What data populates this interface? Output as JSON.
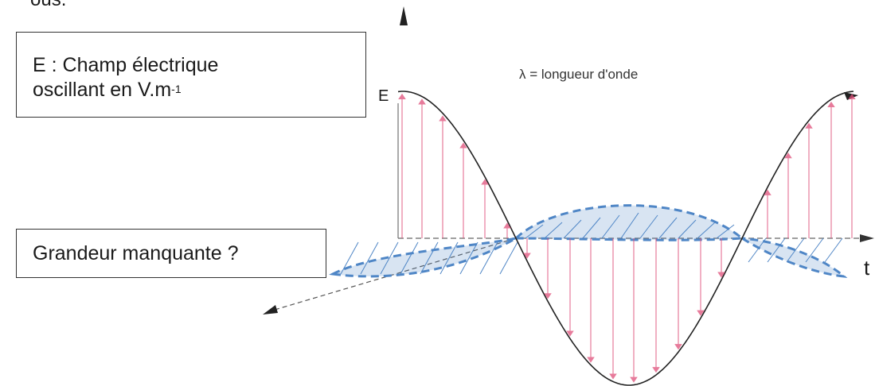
{
  "top_text": "ous.",
  "box_field": {
    "line1": "E : Champ électrique",
    "line2_main": "oscillant en V.m",
    "line2_sup": "-1"
  },
  "box_missing": {
    "text": "Grandeur manquante ?"
  },
  "wavelength_label": "λ = longueur d'onde",
  "e_axis_label": "E",
  "t_axis_label": "t",
  "colors": {
    "electric": "#e0507a",
    "magnetic": "#4f86c6",
    "curve": "#222222"
  }
}
